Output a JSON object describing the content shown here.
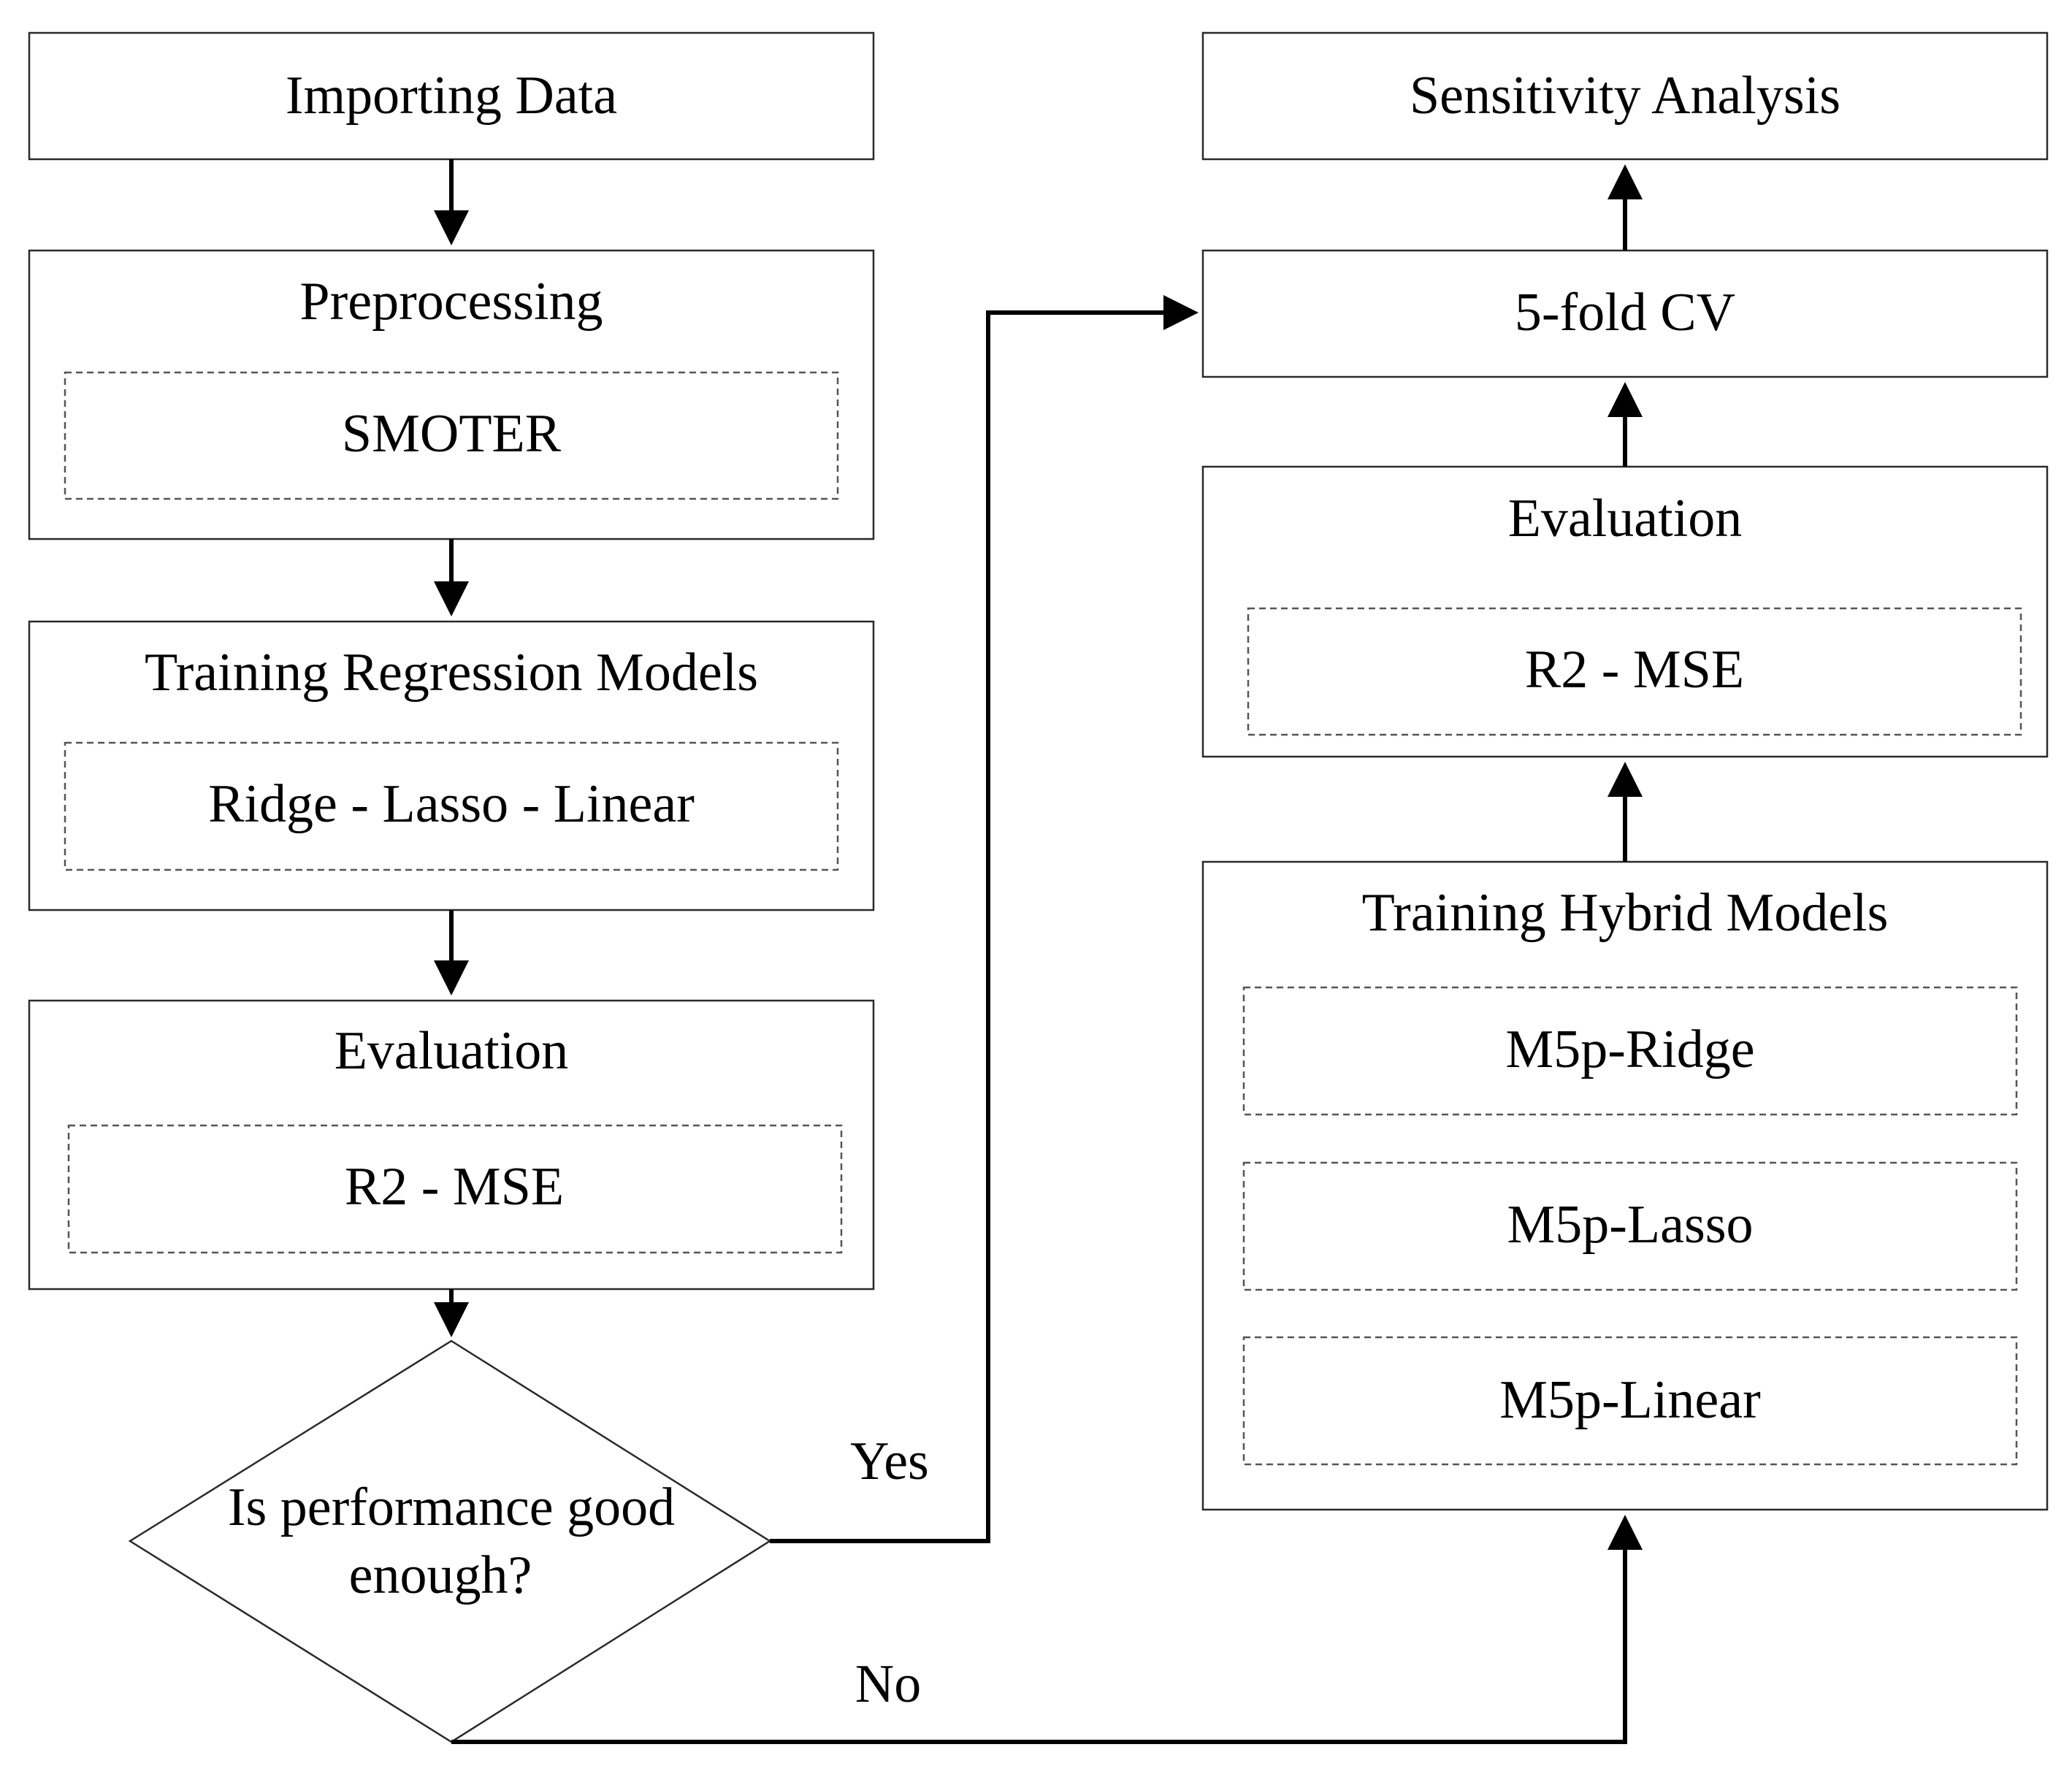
{
  "left_column": {
    "importing_data": "Importing Data",
    "preprocessing": {
      "title": "Preprocessing",
      "method": "SMOTER"
    },
    "training_regression": {
      "title": "Training Regression Models",
      "models": "Ridge - Lasso - Linear"
    },
    "evaluation": {
      "title": "Evaluation",
      "metrics": "R2 - MSE"
    },
    "decision": {
      "line1": "Is performance good",
      "line2": "enough?"
    }
  },
  "branches": {
    "yes": "Yes",
    "no": "No"
  },
  "right_column": {
    "sensitivity_analysis": "Sensitivity Analysis",
    "cross_validation": "5-fold CV",
    "evaluation": {
      "title": "Evaluation",
      "metrics": "R2 - MSE"
    },
    "training_hybrid": {
      "title": "Training Hybrid Models",
      "models": [
        "M5p-Ridge",
        "M5p-Lasso",
        "M5p-Linear"
      ]
    }
  }
}
